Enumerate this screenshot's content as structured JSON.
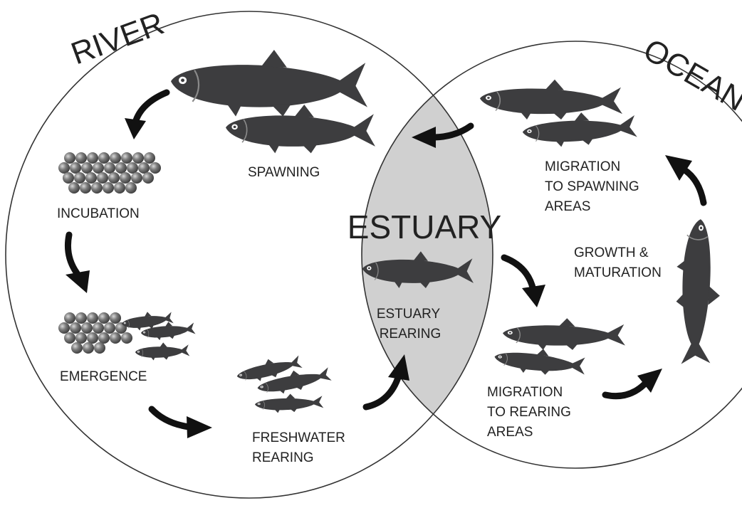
{
  "title": "",
  "colors": {
    "fish": "#3d3d3f",
    "estuary_fill": "#d0d0d0",
    "outline": "#333333",
    "arrow": "#111111"
  },
  "regions": {
    "river": "RIVER",
    "ocean": "OCEAN",
    "estuary": "ESTUARY"
  },
  "stages": {
    "spawning": [
      "SPAWNING"
    ],
    "incubation": [
      "INCUBATION"
    ],
    "emergence": [
      "EMERGENCE"
    ],
    "freshwater_rearing": [
      "FRESHWATER",
      "REARING"
    ],
    "estuary_rearing": [
      "ESTUARY",
      "REARING"
    ],
    "migration_rearing": [
      "MIGRATION",
      "TO REARING",
      "AREAS"
    ],
    "growth": [
      "GROWTH &",
      "MATURATION"
    ],
    "migration_spawning": [
      "MIGRATION",
      "TO SPAWNING",
      "AREAS"
    ]
  },
  "icons": [
    "fish-icon",
    "egg-cluster-icon",
    "arrow-icon"
  ]
}
